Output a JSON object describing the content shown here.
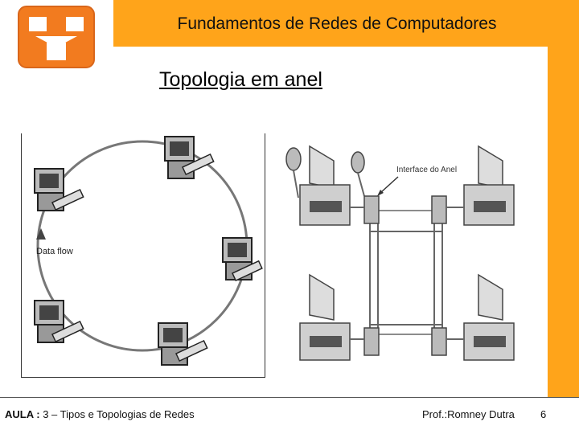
{
  "header": {
    "title": "Fundamentos de Redes de Computadores"
  },
  "slide": {
    "title": "Topologia em anel"
  },
  "left_figure": {
    "flow_label": "Data flow"
  },
  "right_figure": {
    "interface_label": "Interface do Anel"
  },
  "footer": {
    "course_label": "AULA :",
    "course_value": "3 – Tipos e Topologias de Redes",
    "professor": "Prof.:Romney Dutra",
    "page": "6"
  },
  "colors": {
    "accent": "#ffa41a",
    "logo_bg": "#f27b1f"
  },
  "icons": [
    "logo-icon",
    "computer-icon",
    "terminator-icon",
    "ring-interface-icon"
  ]
}
